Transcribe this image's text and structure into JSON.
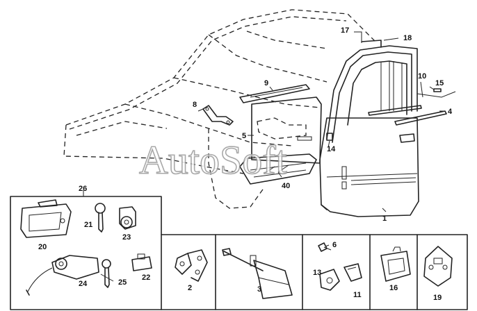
{
  "watermark": "AutoSoft",
  "labels": {
    "p1": "1",
    "p2": "2",
    "p3": "3",
    "p4": "4",
    "p5": "5",
    "p6": "6",
    "p8": "8",
    "p9": "9",
    "p10": "10",
    "p11": "11",
    "p13": "13",
    "p14": "14",
    "p15": "15",
    "p16": "16",
    "p17": "17",
    "p18": "18",
    "p19": "19",
    "p20": "20",
    "p21": "21",
    "p22": "22",
    "p23": "23",
    "p24": "24",
    "p25": "25",
    "p26": "26",
    "p40": "40"
  }
}
